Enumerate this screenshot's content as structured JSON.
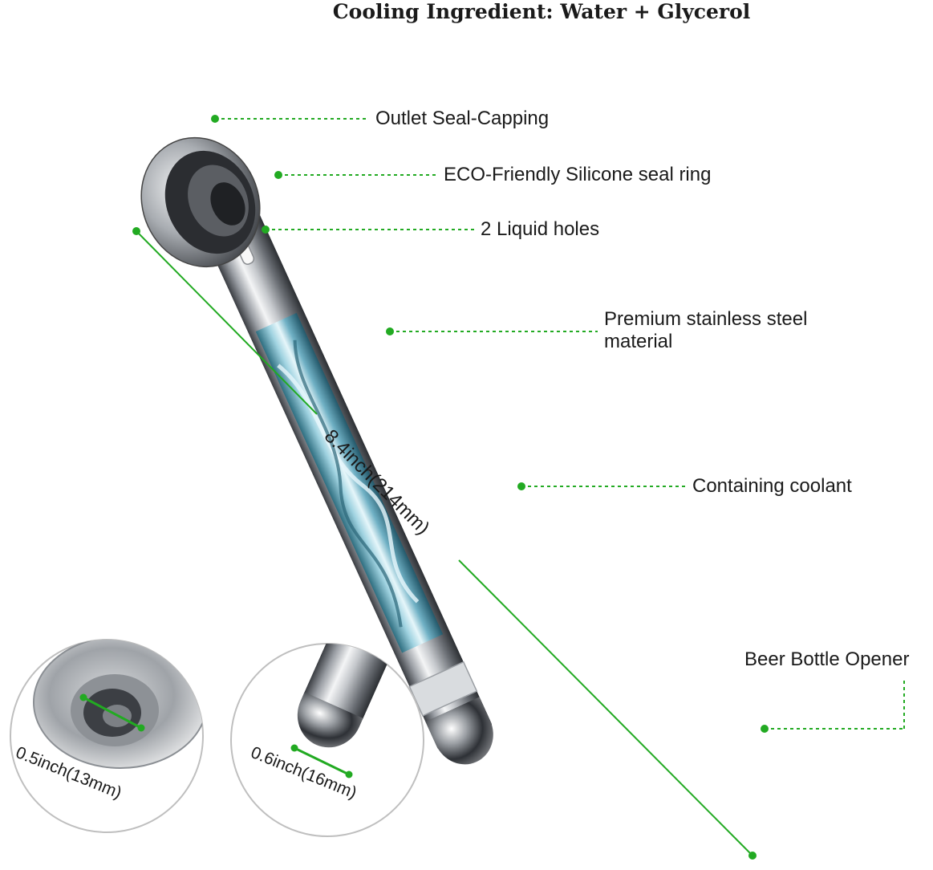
{
  "title": "Cooling Ingredient: Water + Glycerol",
  "labels": {
    "outlet": "Outlet Seal-Capping",
    "seal_ring": "ECO-Friendly Silicone seal ring",
    "liquid_holes": "2 Liquid holes",
    "steel": "Premium stainless steel material",
    "coolant": "Containing coolant",
    "opener": "Beer Bottle Opener"
  },
  "dimensions": {
    "length": "8.4inch(214mm)",
    "outlet_diameter": "0.5inch(13mm)",
    "tip_diameter": "0.6inch(16mm)"
  },
  "colors": {
    "accent": "#22aa22",
    "coolant": "#7fb6c8",
    "steel": "#b9bcc0"
  }
}
